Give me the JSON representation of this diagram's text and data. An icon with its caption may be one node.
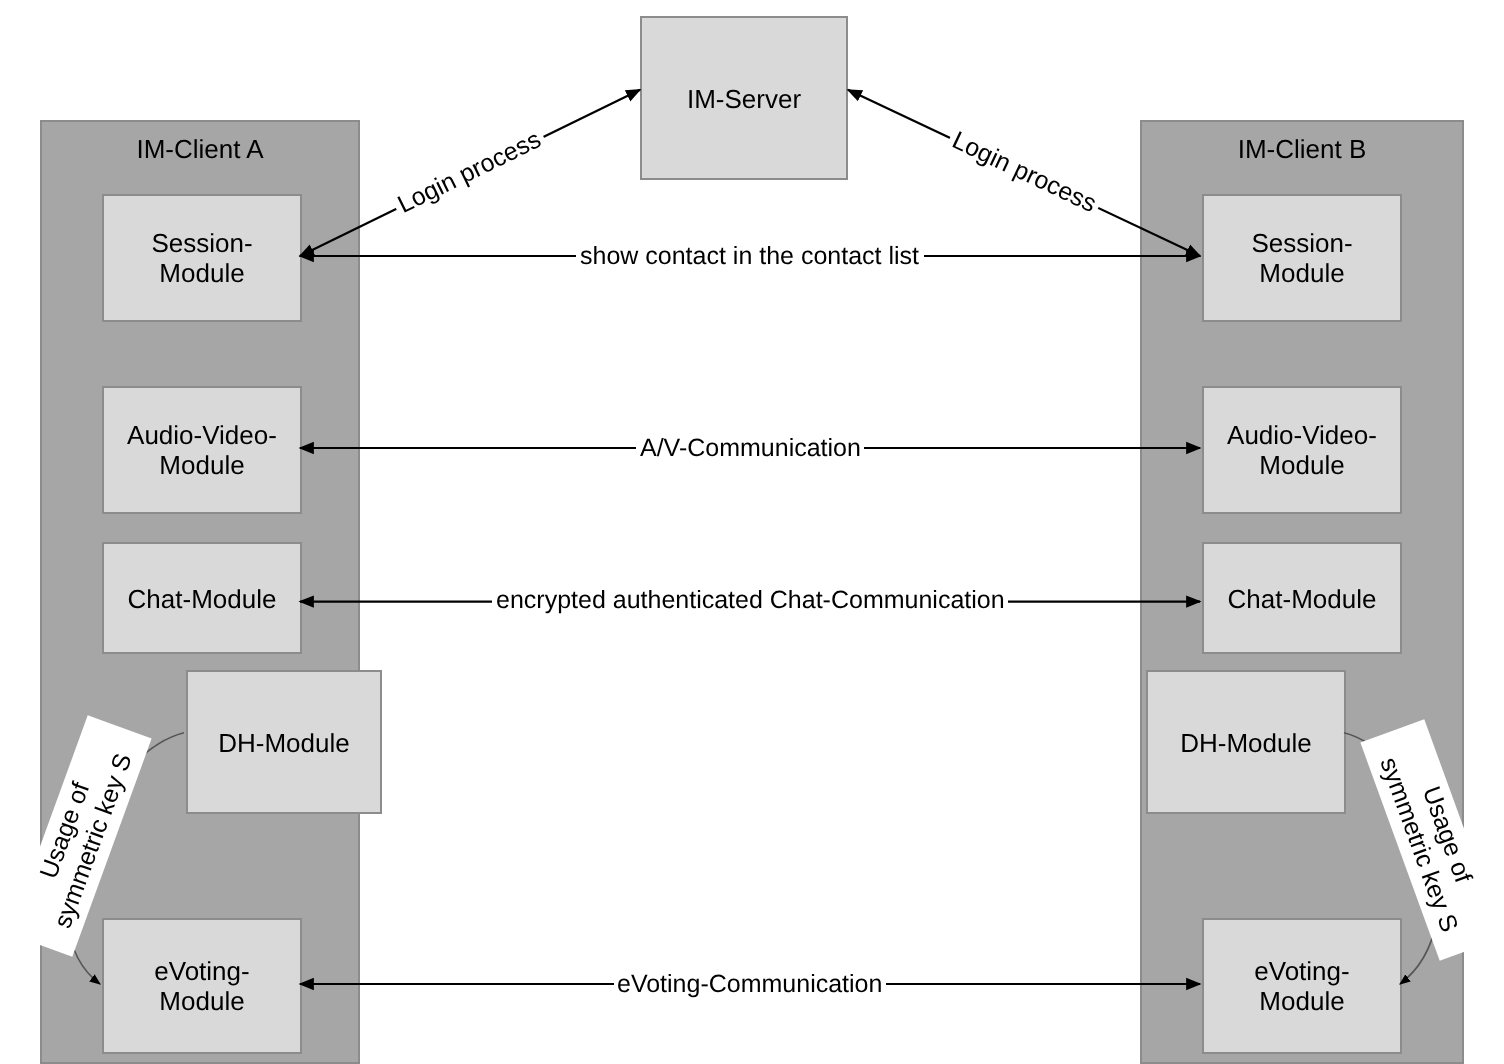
{
  "diagram": {
    "nodes": [
      {
        "text": [
          "IM-Server"
        ]
      },
      {
        "text": [
          "IM-Client A"
        ]
      },
      {
        "text": [
          "Session-Module"
        ],
        "in": 1
      },
      {
        "text": [
          "Audio-Video-Module"
        ],
        "in": 1
      },
      {
        "text": [
          "Chat-Module"
        ],
        "in": 1
      },
      {
        "text": [
          "DH-Module"
        ],
        "in": 1
      },
      {
        "text": [
          "eVoting-Module"
        ],
        "in": 1
      },
      {
        "text": [
          "IM-Client B"
        ]
      },
      {
        "text": [
          "Session-Module"
        ],
        "in": 7
      },
      {
        "text": [
          "Audio-Video-Module"
        ],
        "in": 7
      },
      {
        "text": [
          "Chat-Module"
        ],
        "in": 7
      },
      {
        "text": [
          "DH-Module"
        ],
        "in": 7
      },
      {
        "text": [
          "eVoting-Module"
        ],
        "in": 7
      }
    ],
    "edges": [
      {
        "from": 0,
        "to": 2,
        "label": "Login process",
        "arrow": "both"
      },
      {
        "from": 0,
        "to": 8,
        "label": "Login process",
        "arrow": "both"
      },
      {
        "from": 2,
        "to": 8,
        "label": "show contact in the contact list",
        "arrow": "both"
      },
      {
        "from": 3,
        "to": 9,
        "label": "A/V-Communication",
        "arrow": "both"
      },
      {
        "from": 4,
        "to": 10,
        "label": "encrypted authenticated Chat-Communication",
        "arrow": "both"
      },
      {
        "from": 5,
        "to": 6,
        "label": "Usage of symmetric key S",
        "arrow": "to"
      },
      {
        "from": 11,
        "to": 12,
        "label": "Usage of symmetric key S",
        "arrow": "to"
      },
      {
        "from": 6,
        "to": 12,
        "label": "eVoting-Communication",
        "arrow": "both"
      }
    ]
  }
}
